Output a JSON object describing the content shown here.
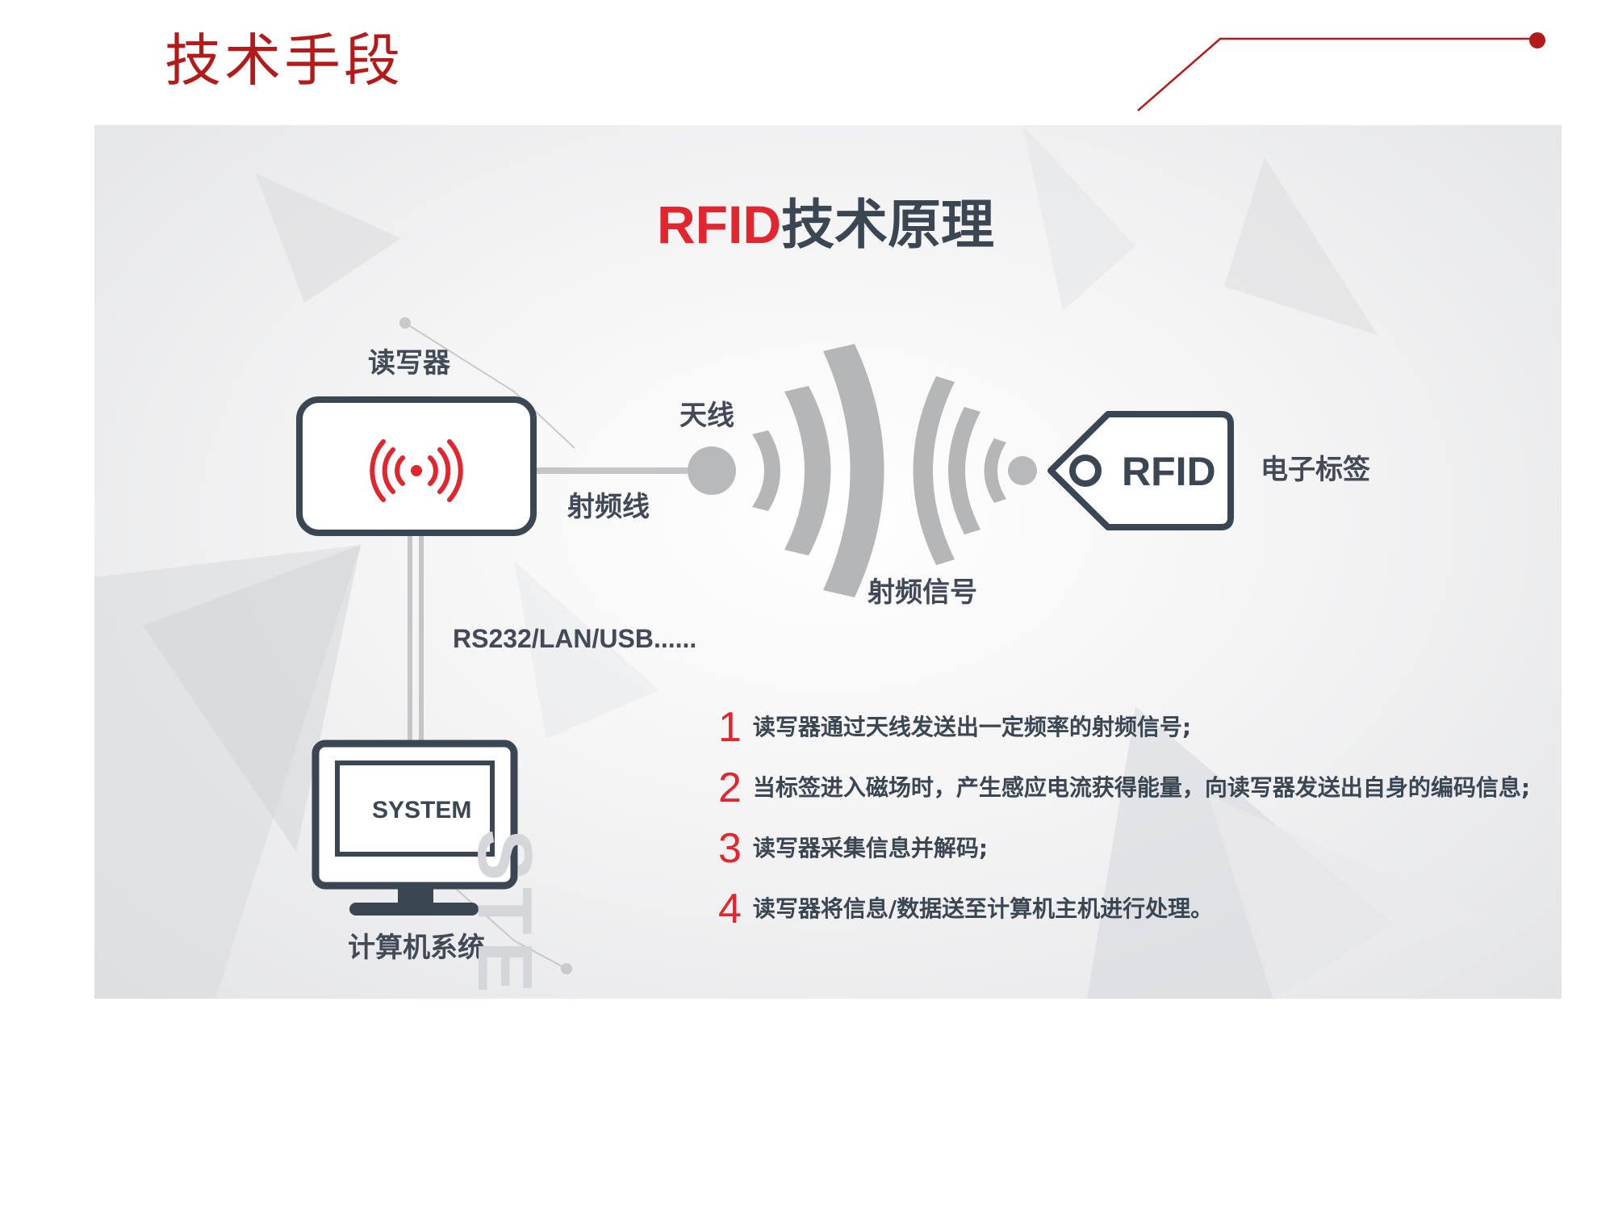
{
  "page_title": "技术手段",
  "diagram": {
    "title_red": "RFID",
    "title_rest": "技术原理",
    "reader_label": "读写器",
    "antenna_label": "天线",
    "rf_cable_label": "射频线",
    "rf_signal_label": "射频信号",
    "tag_text": "RFID",
    "tag_label": "电子标签",
    "interface_label": "RS232/LAN/USB......",
    "system_screen_text": "SYSTEM",
    "computer_label": "计算机系统",
    "step_word": "STEP",
    "steps": [
      {
        "num": "1",
        "text": "读写器通过天线发送出一定频率的射频信号;"
      },
      {
        "num": "2",
        "text": "当标签进入磁场时，产生感应电流获得能量，向读写器发送出自身的编码信息;"
      },
      {
        "num": "3",
        "text": "读写器采集信息并解码;"
      },
      {
        "num": "4",
        "text": "读写器将信息/数据送至计算机主机进行处理。"
      }
    ]
  },
  "colors": {
    "accent_red": "#e0262e",
    "title_red": "#b31b1b",
    "device_dark": "#3b4653",
    "wave_gray": "#b5b6b8"
  }
}
